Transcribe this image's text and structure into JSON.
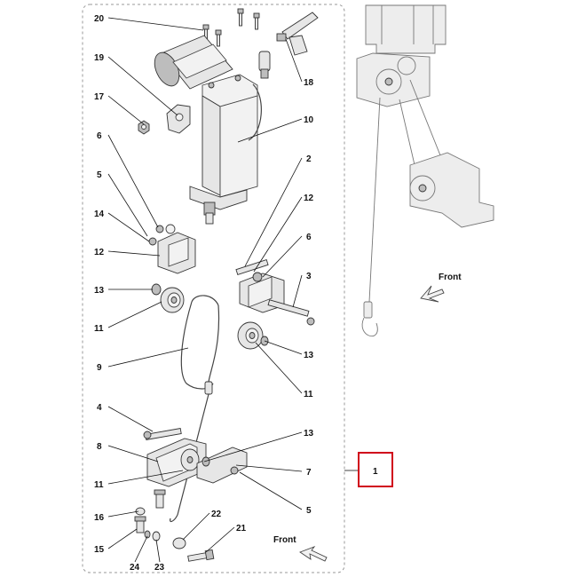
{
  "assembly": {
    "number": "1",
    "highlight_color": "#d0021b"
  },
  "orientation_labels": {
    "front_main": "Front",
    "front_right": "Front"
  },
  "callouts": {
    "n20": "20",
    "n19": "19",
    "n17": "17",
    "n6a": "6",
    "n5a": "5",
    "n14": "14",
    "n12a": "12",
    "n13a": "13",
    "n11a": "11",
    "n9": "9",
    "n4": "4",
    "n8": "8",
    "n11b": "11",
    "n16": "16",
    "n15": "15",
    "n24": "24",
    "n23": "23",
    "n22": "22",
    "n21": "21",
    "n18": "18",
    "n10": "10",
    "n2": "2",
    "n12b": "12",
    "n6b": "6",
    "n3": "3",
    "n13b": "13",
    "n11c": "11",
    "n13c": "13",
    "n7": "7",
    "n5b": "5"
  }
}
